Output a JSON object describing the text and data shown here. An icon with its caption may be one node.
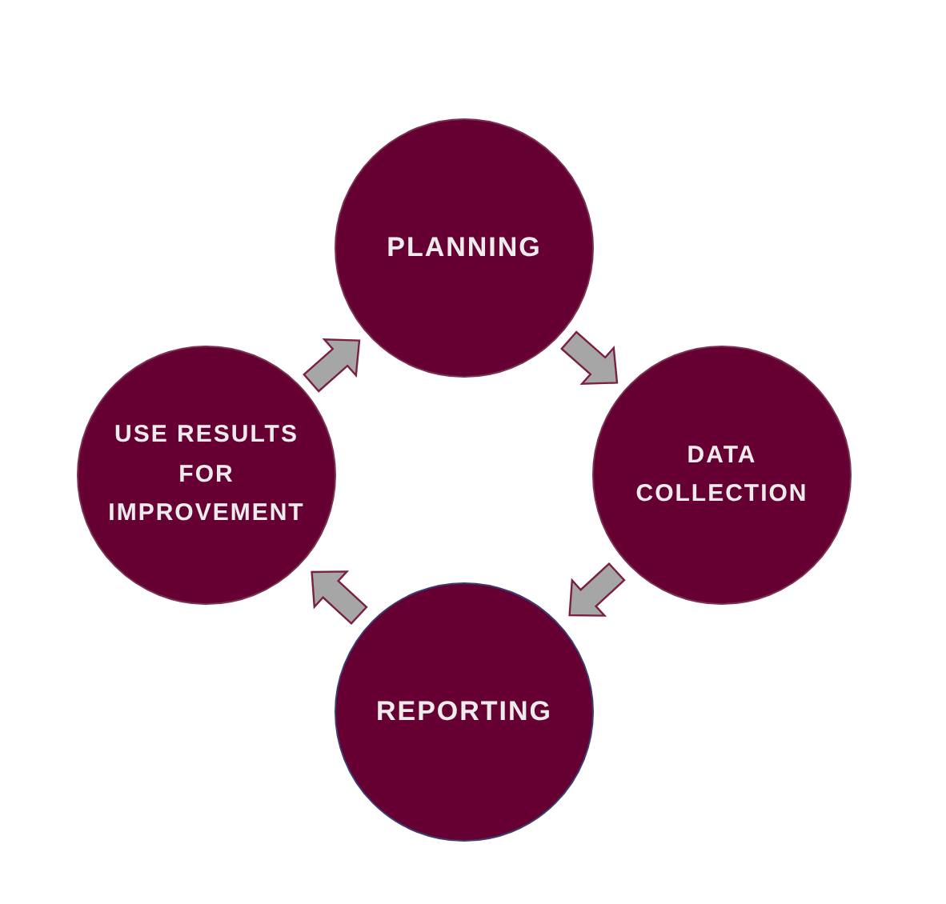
{
  "diagram": {
    "nodes": [
      {
        "text": [
          "PLANNING"
        ]
      },
      {
        "text": [
          "DATA COLLECTION"
        ]
      },
      {
        "text": [
          "REPORTING"
        ]
      },
      {
        "text": [
          "USE RESULTS FOR IMPROVEMENT"
        ]
      }
    ],
    "edges": [
      {
        "from": 0,
        "to": 1,
        "arrow": "to"
      },
      {
        "from": 1,
        "to": 2,
        "arrow": "to"
      },
      {
        "from": 2,
        "to": 3,
        "arrow": "to"
      },
      {
        "from": 3,
        "to": 0,
        "arrow": "to"
      }
    ]
  }
}
